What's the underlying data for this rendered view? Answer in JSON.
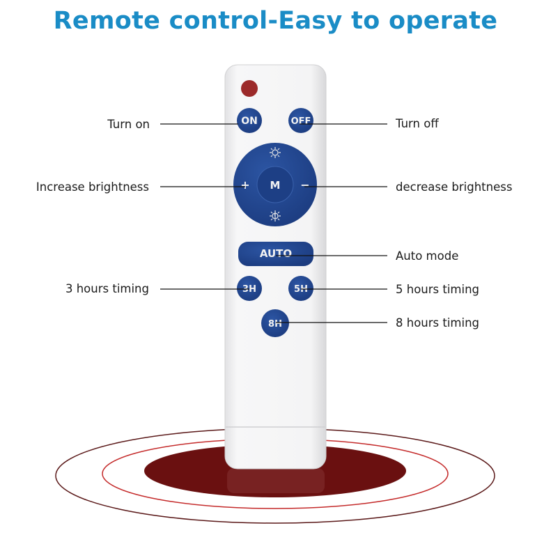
{
  "title": "Remote control-Easy to operate",
  "remote": {
    "buttons": {
      "on": "ON",
      "off": "OFF",
      "mode": "M",
      "plus": "+",
      "minus": "−",
      "auto": "AUTO",
      "h3": "3H",
      "h5": "5H",
      "h8": "8H"
    }
  },
  "labels": {
    "turn_on": "Turn on",
    "turn_off": "Turn off",
    "increase": "Increase brightness",
    "decrease": "decrease brightness",
    "auto": "Auto mode",
    "h3": "3 hours timing",
    "h5": "5 hours timing",
    "h8": "8 hours timing"
  },
  "colors": {
    "title": "#1a8cc6",
    "button_blue": "#22468f",
    "indicator_red": "#9c2a2a",
    "ring_outer": "#5a1818",
    "ring_middle": "#c42a2a",
    "disc": "#6a1010"
  }
}
